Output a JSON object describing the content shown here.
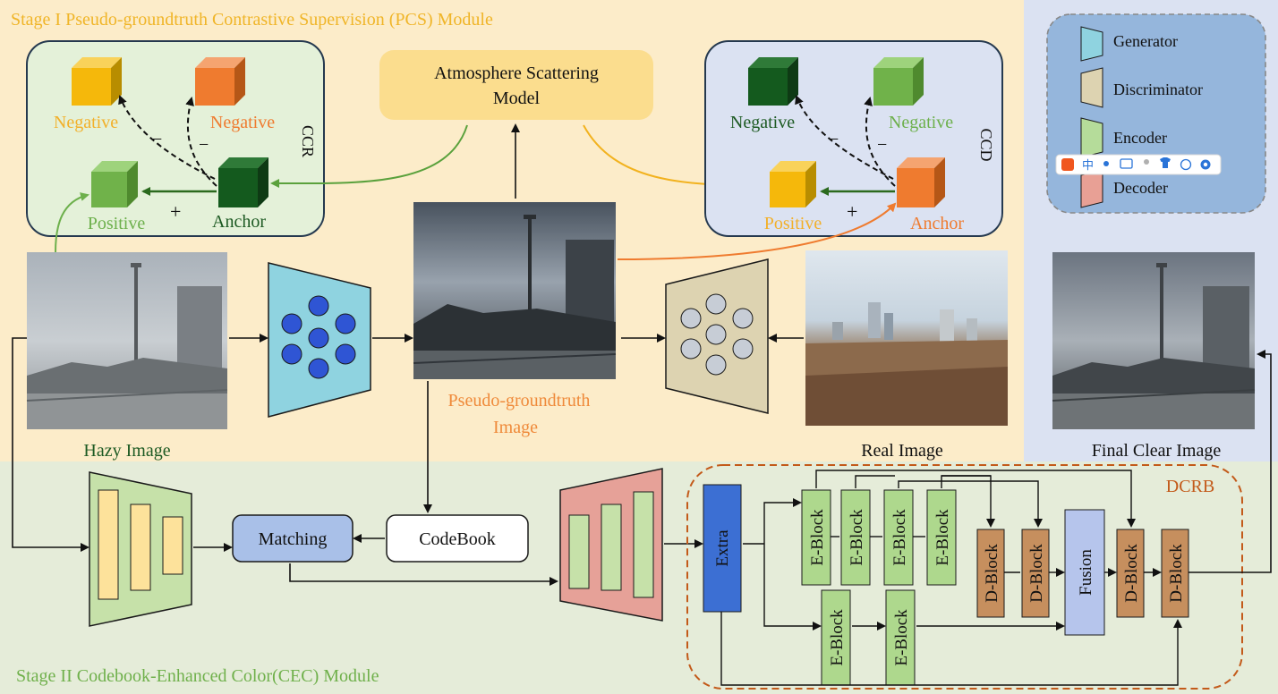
{
  "stage1_title": "Stage I Pseudo-groundtruth Contrastive Supervision (PCS) Module",
  "stage2_title": "Stage II Codebook-Enhanced Color(CEC) Module",
  "ccr": {
    "side_label": "CCR",
    "negative_left": "Negative",
    "negative_right": "Negative",
    "positive": "Positive",
    "anchor": "Anchor",
    "minus": "−",
    "plus": "+"
  },
  "ccd": {
    "side_label": "CCD",
    "negative_left": "Negative",
    "negative_right": "Negative",
    "positive": "Positive",
    "anchor": "Anchor",
    "minus": "−",
    "plus": "+"
  },
  "asm": {
    "line1": "Atmosphere Scattering",
    "line2": "Model"
  },
  "images": {
    "hazy": "Hazy Image",
    "pseudo_line1": "Pseudo-groundtruth",
    "pseudo_line2": "Image",
    "real": "Real Image",
    "final": "Final Clear Image"
  },
  "legend": {
    "generator": "Generator",
    "discriminator": "Discriminator",
    "encoder": "Encoder",
    "decoder": "Decoder",
    "toolbar_chars": [
      "中"
    ]
  },
  "stage2": {
    "matching": "Matching",
    "codebook": "CodeBook",
    "dcrb": "DCRB",
    "extra": "Extra",
    "fusion": "Fusion",
    "e_block": "E-Block",
    "d_block": "D-Block"
  },
  "colors": {
    "stage1_bg": "#fcecc9",
    "stage2_bg": "#e5ecd9",
    "legend_bg": "#dbe2f2",
    "orange_text": "#e88a3a",
    "yellow_text": "#f2b02a",
    "dark_green_text": "#1d5a23",
    "light_green_text": "#6db04c"
  }
}
